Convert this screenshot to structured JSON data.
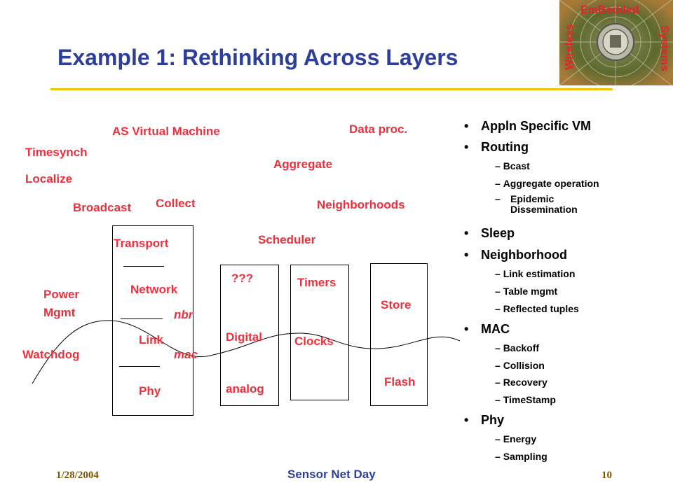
{
  "slide": {
    "title": "Example 1: Rethinking Across Layers"
  },
  "logo": {
    "top": "EmBedded",
    "left": "Wireless",
    "right": "Systems"
  },
  "diagram": {
    "labels": {
      "as_vm": "AS Virtual Machine",
      "data_proc": "Data proc.",
      "timesynch": "Timesynch",
      "localize": "Localize",
      "aggregate": "Aggregate",
      "broadcast": "Broadcast",
      "collect": "Collect",
      "neighborhoods": "Neighborhoods",
      "scheduler": "Scheduler",
      "transport": "Transport",
      "network": "Network",
      "nbr": "nbr",
      "link": "Link",
      "mac": "mac",
      "phy": "Phy",
      "power": "Power",
      "mgmt": "Mgmt",
      "watchdog": "Watchdog",
      "qqq": "???",
      "digital": "Digital",
      "analog": "analog",
      "timers": "Timers",
      "clocks": "Clocks",
      "store": "Store",
      "flash": "Flash"
    }
  },
  "bullets": [
    {
      "text": "Appln Specific VM",
      "subs": []
    },
    {
      "text": "Routing",
      "subs": [
        "Bcast",
        "Aggregate operation",
        "Epidemic Dissemination"
      ]
    },
    {
      "text": "Sleep",
      "subs": []
    },
    {
      "text": "Neighborhood",
      "subs": [
        "Link estimation",
        "Table mgmt",
        "Reflected tuples"
      ]
    },
    {
      "text": "MAC",
      "subs": [
        "Backoff",
        "Collision",
        "Recovery",
        "TimeStamp"
      ]
    },
    {
      "text": "Phy",
      "subs": [
        "Energy",
        "Sampling"
      ]
    }
  ],
  "footer": {
    "date": "1/28/2004",
    "center": "Sensor Net Day",
    "page": "10"
  }
}
